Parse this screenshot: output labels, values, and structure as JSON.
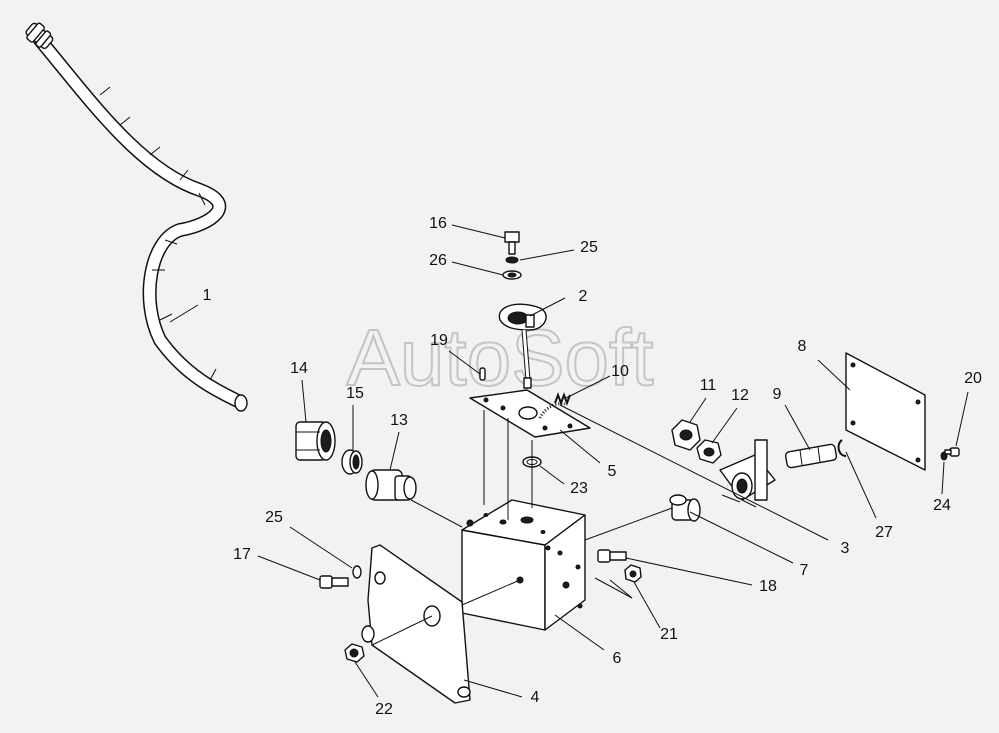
{
  "watermark": "AutoSoft",
  "callouts": [
    {
      "id": "c1",
      "label": "1"
    },
    {
      "id": "c2",
      "label": "2"
    },
    {
      "id": "c3",
      "label": "3"
    },
    {
      "id": "c4",
      "label": "4"
    },
    {
      "id": "c5",
      "label": "5"
    },
    {
      "id": "c6",
      "label": "6"
    },
    {
      "id": "c7",
      "label": "7"
    },
    {
      "id": "c8",
      "label": "8"
    },
    {
      "id": "c9",
      "label": "9"
    },
    {
      "id": "c10",
      "label": "10"
    },
    {
      "id": "c11",
      "label": "11"
    },
    {
      "id": "c12",
      "label": "12"
    },
    {
      "id": "c13",
      "label": "13"
    },
    {
      "id": "c14",
      "label": "14"
    },
    {
      "id": "c15",
      "label": "15"
    },
    {
      "id": "c16",
      "label": "16"
    },
    {
      "id": "c17",
      "label": "17"
    },
    {
      "id": "c18",
      "label": "18"
    },
    {
      "id": "c19",
      "label": "19"
    },
    {
      "id": "c20",
      "label": "20"
    },
    {
      "id": "c21",
      "label": "21"
    },
    {
      "id": "c22",
      "label": "22"
    },
    {
      "id": "c23",
      "label": "23"
    },
    {
      "id": "c24",
      "label": "24"
    },
    {
      "id": "c25a",
      "label": "25"
    },
    {
      "id": "c25b",
      "label": "25"
    },
    {
      "id": "c26",
      "label": "26"
    },
    {
      "id": "c27",
      "label": "27"
    }
  ]
}
